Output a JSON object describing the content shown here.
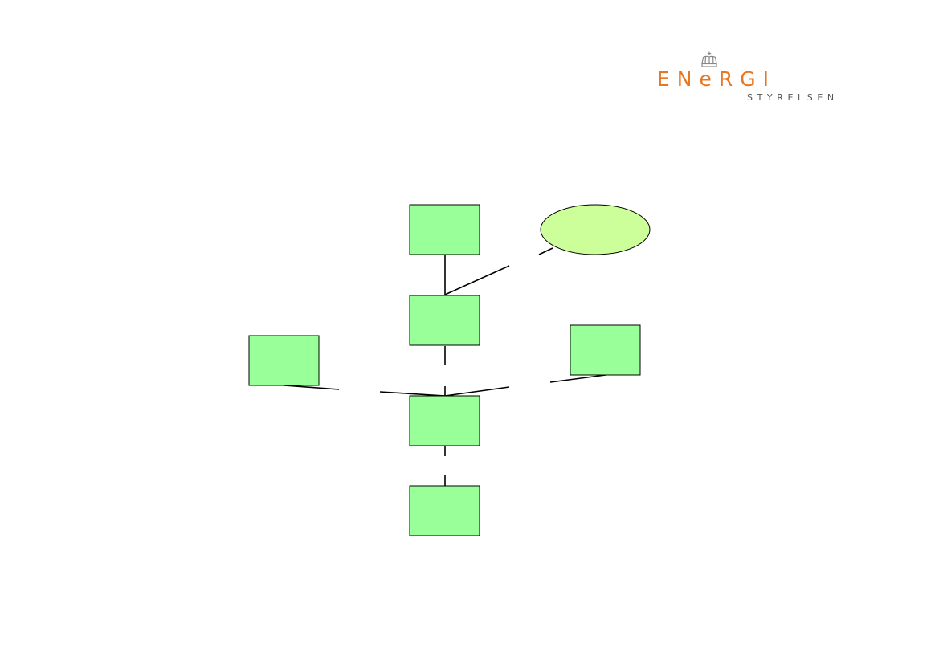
{
  "logo": {
    "main_prefix": "EN",
    "main_e": "e",
    "main_suffix": "RGI",
    "sub": "STYRELSEN",
    "brand_color": "#e87722",
    "sub_color": "#555555",
    "crown_icon": "crown-icon"
  },
  "diagram": {
    "box_fill": "#99ff99",
    "ellipse_fill": "#ccff99",
    "stroke": "#000000",
    "nodes": [
      {
        "id": "top-box",
        "shape": "rect",
        "label": ""
      },
      {
        "id": "middle-box",
        "shape": "rect",
        "label": ""
      },
      {
        "id": "left-box",
        "shape": "rect",
        "label": ""
      },
      {
        "id": "right-box",
        "shape": "rect",
        "label": ""
      },
      {
        "id": "lower-box",
        "shape": "rect",
        "label": ""
      },
      {
        "id": "bottom-box",
        "shape": "rect",
        "label": ""
      },
      {
        "id": "ellipse",
        "shape": "ellipse",
        "label": ""
      }
    ]
  }
}
